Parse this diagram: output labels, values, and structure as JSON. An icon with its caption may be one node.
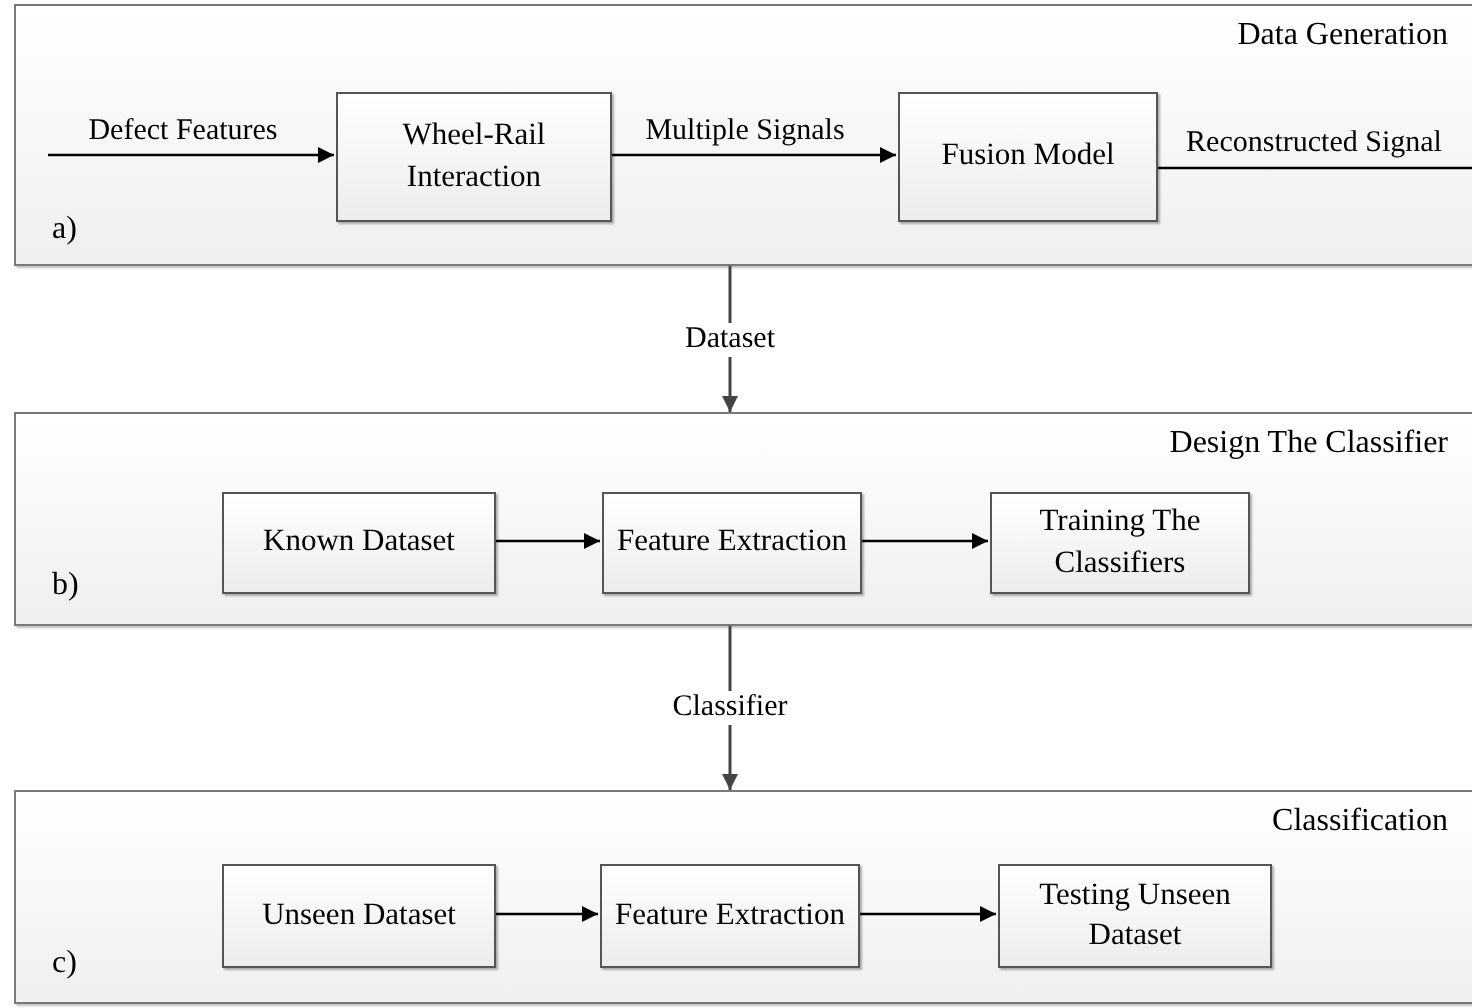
{
  "diagram": {
    "nodes": [
      {
        "text": [
          "Data Generation",
          "a)"
        ]
      },
      {
        "text": [
          "Wheel-Rail Interaction"
        ],
        "in": 0
      },
      {
        "text": [
          "Fusion Model"
        ],
        "in": 0
      },
      {
        "text": [
          "Design The Classifier",
          "b)"
        ]
      },
      {
        "text": [
          "Known Dataset"
        ],
        "in": 3
      },
      {
        "text": [
          "Feature Extraction"
        ],
        "in": 3
      },
      {
        "text": [
          "Training The Classifiers"
        ],
        "in": 3
      },
      {
        "text": [
          "Classification",
          "c)"
        ]
      },
      {
        "text": [
          "Unseen Dataset"
        ],
        "in": 7
      },
      {
        "text": [
          "Feature Extraction"
        ],
        "in": 7
      },
      {
        "text": [
          "Testing Unseen Dataset"
        ],
        "in": 7
      }
    ],
    "edges": [
      {
        "from": null,
        "to": 1,
        "arrow": "to",
        "label": "Defect Features"
      },
      {
        "from": 1,
        "to": 2,
        "arrow": "to",
        "label": "Multiple Signals"
      },
      {
        "from": 2,
        "to": null,
        "arrow": "none",
        "label": "Reconstructed Signal"
      },
      {
        "from": 0,
        "to": 3,
        "arrow": "to",
        "label": "Dataset"
      },
      {
        "from": 4,
        "to": 5,
        "arrow": "to"
      },
      {
        "from": 5,
        "to": 6,
        "arrow": "to"
      },
      {
        "from": 3,
        "to": 7,
        "arrow": "to",
        "label": "Classifier"
      },
      {
        "from": 8,
        "to": 9,
        "arrow": "to"
      },
      {
        "from": 9,
        "to": 10,
        "arrow": "to"
      }
    ]
  }
}
